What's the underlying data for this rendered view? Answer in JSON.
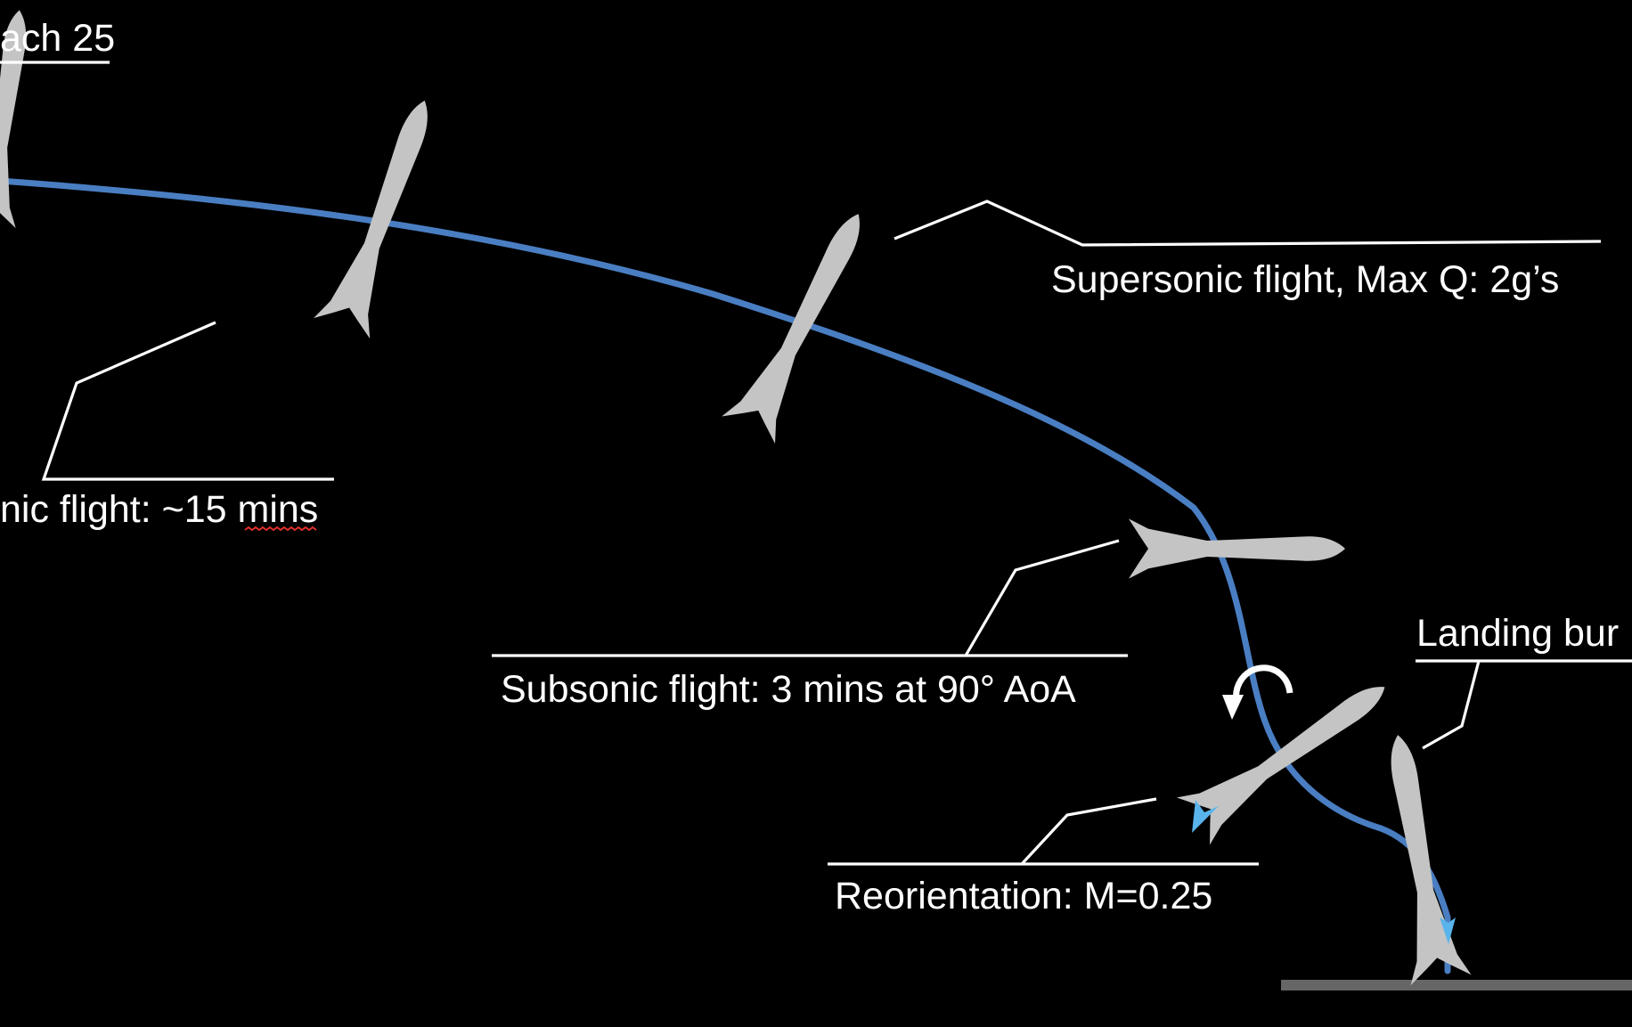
{
  "colors": {
    "background": "#000000",
    "trajectory": "#4a7ec2",
    "vehicle": "#c4c4c4",
    "text": "#ffffff",
    "thrust": "#5ab4ec",
    "ground": "#666666"
  },
  "labels": {
    "reentry": "ach 25",
    "hypersonic": "nic flight: ~15 mins",
    "supersonic": "Supersonic flight, Max Q: 2g’s",
    "subsonic": "Subsonic flight: 3 mins at 90° AoA",
    "reorientation": "Reorientation: M=0.25",
    "landing": "Landing bur"
  },
  "icons": {
    "rotation": "curved-rotation-arrow-icon",
    "thrust": "thrust-plume-icon"
  }
}
